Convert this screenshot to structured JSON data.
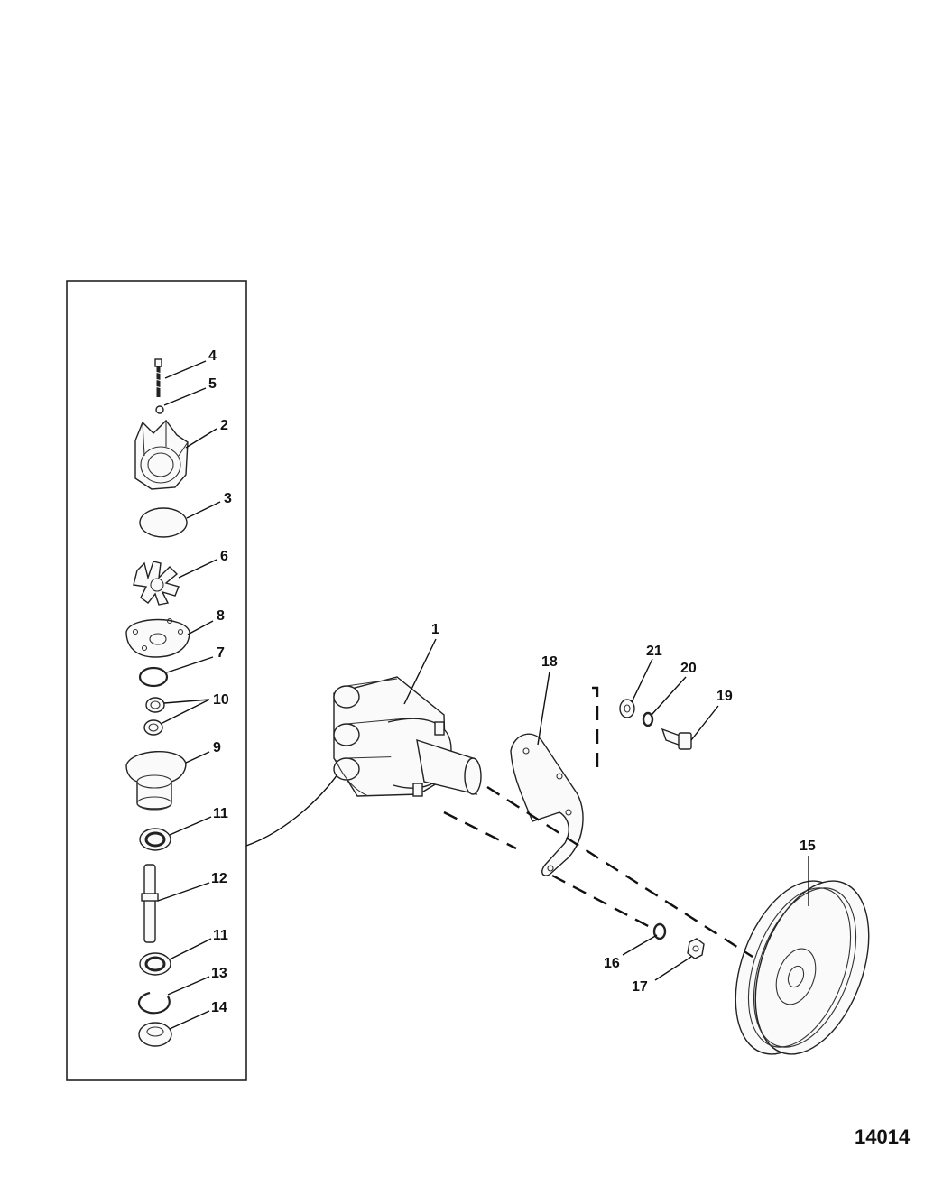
{
  "figure": {
    "figure_number": "14014",
    "callouts": {
      "c1": "1",
      "c2": "2",
      "c3": "3",
      "c4": "4",
      "c5": "5",
      "c6": "6",
      "c7": "7",
      "c8": "8",
      "c9": "9",
      "c10": "10",
      "c11a": "11",
      "c11b": "11",
      "c12": "12",
      "c13": "13",
      "c14": "14",
      "c15": "15",
      "c16": "16",
      "c17": "17",
      "c18": "18",
      "c19": "19",
      "c20": "20",
      "c21": "21"
    }
  }
}
